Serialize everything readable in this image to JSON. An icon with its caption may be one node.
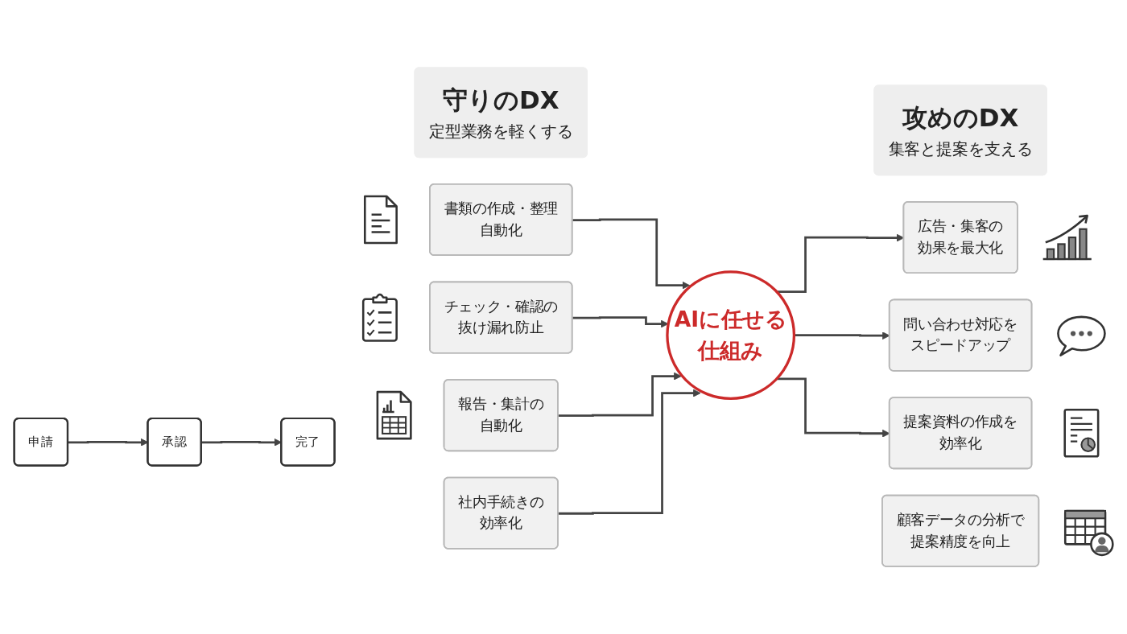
{
  "diagram": {
    "nodes": [
      {
        "text": [
          "守りのDX",
          "定型業務を軽くする"
        ]
      },
      {
        "text": [
          "攻めのDX",
          "集客と提案を支える"
        ]
      },
      {
        "text": [
          "書類の作成・整理自動化"
        ]
      },
      {
        "text": [
          "チェック・確認の抜け漏れ防止"
        ]
      },
      {
        "text": [
          "報告・集計の自動化"
        ]
      },
      {
        "text": [
          "社内手続きの効率化"
        ]
      },
      {
        "text": [
          "申請"
        ]
      },
      {
        "text": [
          "承認"
        ]
      },
      {
        "text": [
          "完了"
        ]
      },
      {
        "text": [
          "AIに任せる仕組み"
        ]
      },
      {
        "text": [
          "広告・集客の効果を最大化"
        ]
      },
      {
        "text": [
          "問い合わせ対応をスピードアップ"
        ]
      },
      {
        "text": [
          "提案資料の作成を効率化"
        ]
      },
      {
        "text": [
          "顧客データの分析で提案精度を向上"
        ]
      }
    ],
    "edges": [
      {
        "from": 2,
        "to": 9,
        "arrow": "to"
      },
      {
        "from": 3,
        "to": 9,
        "arrow": "to"
      },
      {
        "from": 4,
        "to": 9,
        "arrow": "to"
      },
      {
        "from": 5,
        "to": 9,
        "arrow": "to"
      },
      {
        "from": 6,
        "to": 7,
        "arrow": "to"
      },
      {
        "from": 7,
        "to": 8,
        "arrow": "to"
      },
      {
        "from": 9,
        "to": 10,
        "arrow": "to"
      },
      {
        "from": 9,
        "to": 11,
        "arrow": "to"
      },
      {
        "from": 9,
        "to": 12,
        "arrow": "to"
      }
    ]
  }
}
